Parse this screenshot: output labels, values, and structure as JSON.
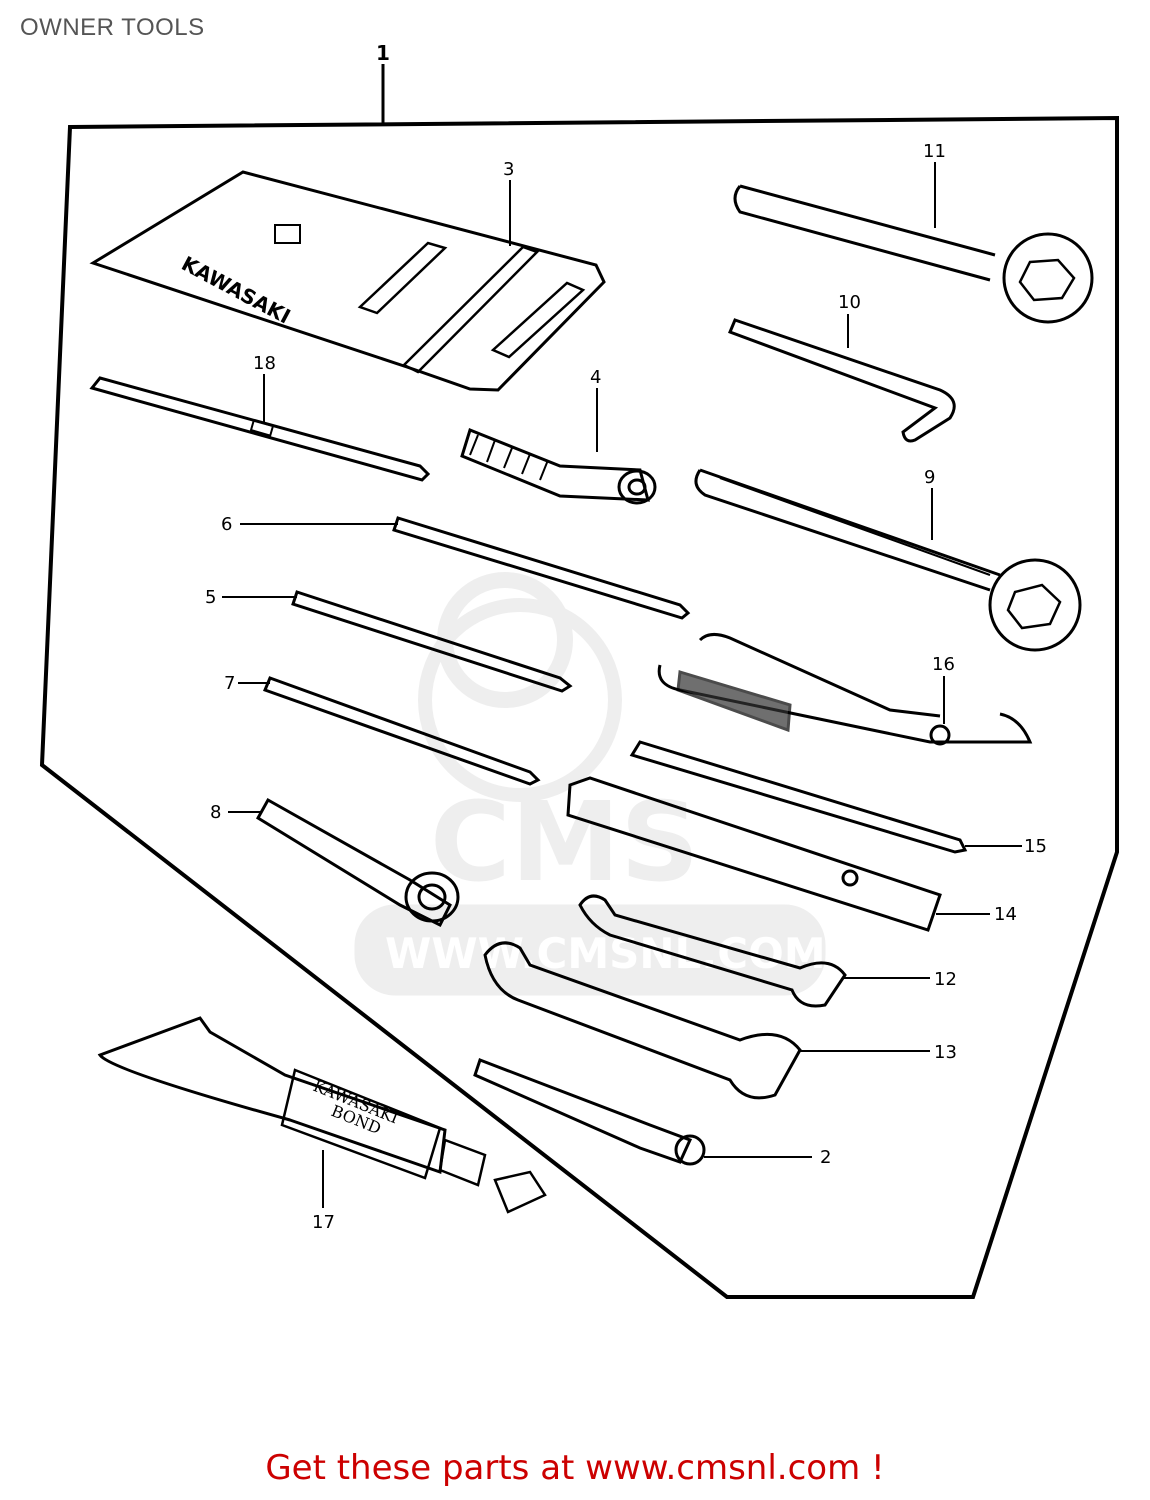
{
  "header": {
    "title": "OWNER TOOLS"
  },
  "footer": {
    "text": "Get these parts at www.cmsnl.com !",
    "color": "#cc0000"
  },
  "watermark": {
    "mark": "CMS",
    "url": "WWW.CMSNL.COM"
  },
  "diagram": {
    "callouts": [
      "1",
      "2",
      "3",
      "4",
      "5",
      "6",
      "7",
      "8",
      "9",
      "10",
      "11",
      "12",
      "13",
      "14",
      "15",
      "16",
      "17",
      "18"
    ],
    "pouch_label": "KAWASAKI",
    "tube_label_1": "KAWASAKI",
    "tube_label_2": "BOND"
  }
}
